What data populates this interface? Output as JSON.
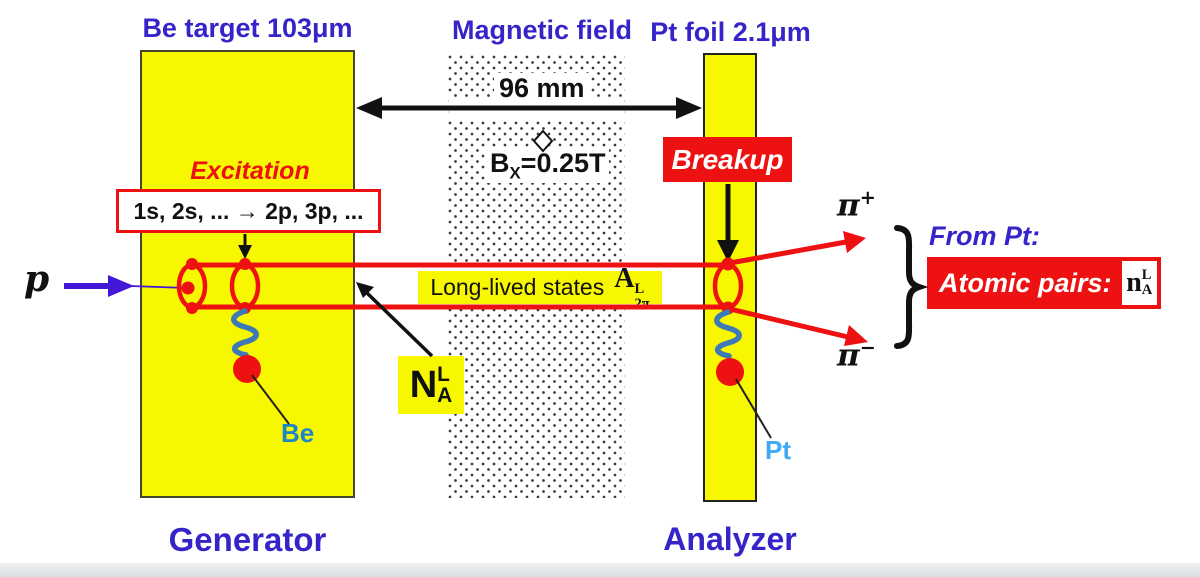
{
  "colors": {
    "target_yellow": "#f7f700",
    "label_blue": "#3525c8",
    "accent_red": "#ee1111",
    "spring_blue": "#3d7ab5",
    "proton_blue": "#4417d8",
    "be_label_teal": "#1c86c8",
    "pt_label_blue": "#3fa9f5"
  },
  "headers": {
    "be_target": "Be target 103μm",
    "magnetic_field": "Magnetic field",
    "pt_foil": "Pt foil 2.1μm"
  },
  "measurements": {
    "gap": "96 mm",
    "field_base": "B",
    "field_sub": "X",
    "field_value": "=0.25T"
  },
  "generator": {
    "title": "Generator",
    "excitation": "Excitation",
    "transition": "1s, 2s, ... → 2p, 3p, ...",
    "nucleus": "Be"
  },
  "analyzer": {
    "title": "Analyzer",
    "breakup": "Breakup",
    "nucleus": "Pt"
  },
  "beam": {
    "proton": "p"
  },
  "long_lived": {
    "text": "Long-lived states",
    "symbol_base": "A",
    "symbol_sup": "L",
    "symbol_sub": "2π"
  },
  "n_atoms": {
    "base": "N",
    "sup": "L",
    "sub": "A"
  },
  "pions": {
    "plus_base": "π",
    "plus_sup": "+",
    "minus_base": "π",
    "minus_sup": "−"
  },
  "result": {
    "from": "From Pt:",
    "atomic_pairs": "Atomic pairs:",
    "symbol_base": "n",
    "symbol_sup": "L",
    "symbol_sub": "A"
  }
}
